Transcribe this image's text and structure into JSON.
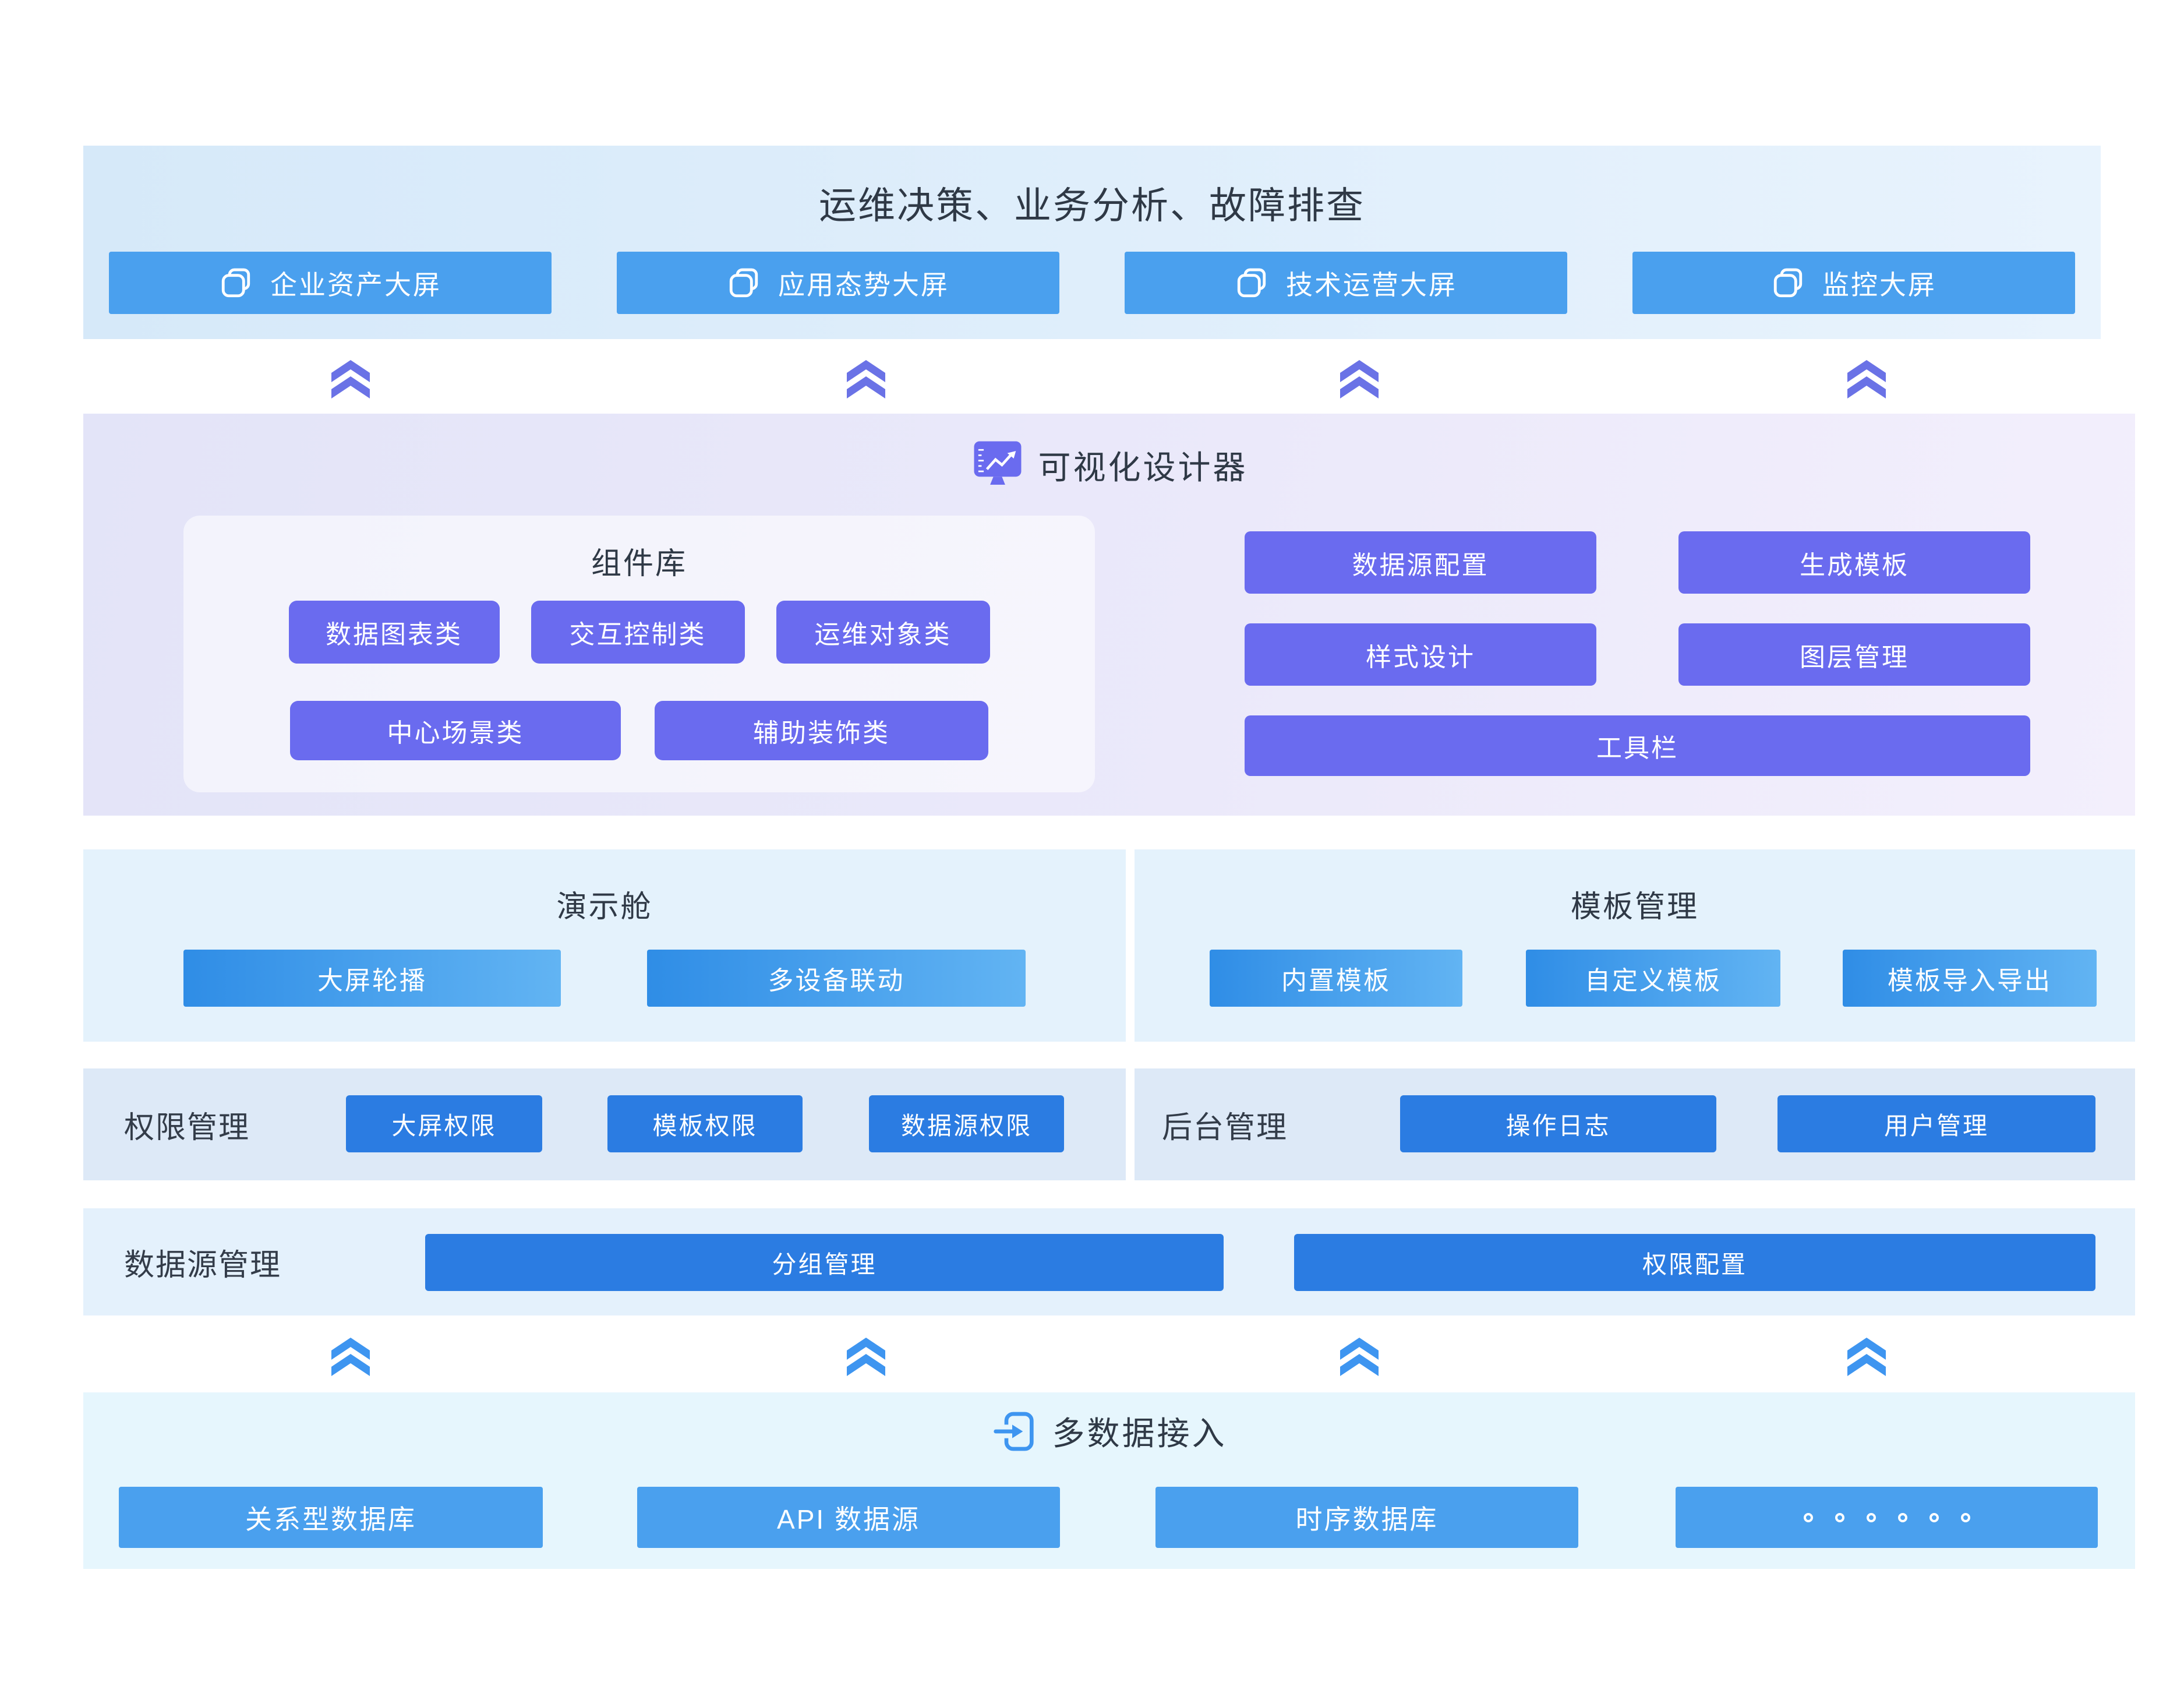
{
  "colors": {
    "accent_light_blue": "#4aa0ee",
    "accent_purple": "#6a6bef",
    "accent_solid_blue": "#2b7ce2",
    "gradient_blue_start": "#2f8de6",
    "gradient_blue_end": "#62b4f3",
    "chevron_purple": "#6a72e6",
    "chevron_blue": "#3e95f0",
    "band_top_bg": "#dcecfa",
    "band_designer_bg": "#e7e7f8",
    "band_demo_bg": "#e4f2fc",
    "band_perm_bg": "#dde9f7",
    "band_datasource_bg": "#e4f1fc",
    "band_access_bg": "#e6f6fd",
    "heading_text": "#2f3946"
  },
  "top_band": {
    "title": "运维决策、业务分析、故障排查",
    "icon": "screens-icon",
    "buttons": [
      "企业资产大屏",
      "应用态势大屏",
      "技术运营大屏",
      "监控大屏"
    ]
  },
  "designer_band": {
    "title": "可视化设计器",
    "icon": "monitor-chart-icon",
    "component_library": {
      "title": "组件库",
      "row1": [
        "数据图表类",
        "交互控制类",
        "运维对象类"
      ],
      "row2": [
        "中心场景类",
        "辅助装饰类"
      ]
    },
    "panels": [
      "数据源配置",
      "生成模板",
      "样式设计",
      "图层管理"
    ],
    "toolbar": "工具栏"
  },
  "demo_band": {
    "title": "演示舱",
    "buttons": [
      "大屏轮播",
      "多设备联动"
    ]
  },
  "template_band": {
    "title": "模板管理",
    "buttons": [
      "内置模板",
      "自定义模板",
      "模板导入导出"
    ]
  },
  "permission_band": {
    "label": "权限管理",
    "buttons": [
      "大屏权限",
      "模板权限",
      "数据源权限"
    ]
  },
  "admin_band": {
    "label": "后台管理",
    "buttons": [
      "操作日志",
      "用户管理"
    ]
  },
  "datasource_band": {
    "label": "数据源管理",
    "buttons": [
      "分组管理",
      "权限配置"
    ]
  },
  "access_band": {
    "title": "多数据接入",
    "icon": "data-import-icon",
    "buttons": [
      "关系型数据库",
      "API 数据源",
      "时序数据库"
    ],
    "more_icon": "dots-icon"
  }
}
